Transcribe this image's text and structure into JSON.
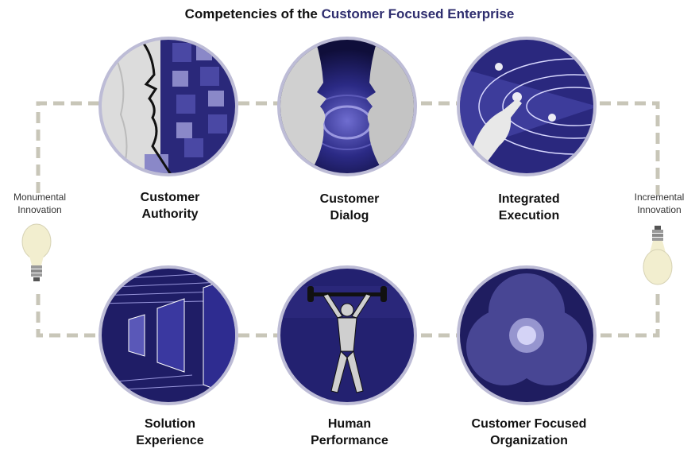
{
  "title": {
    "prefix": "Competencies of the ",
    "highlight": "Customer Focused Enterprise"
  },
  "competencies": [
    {
      "line1": "Customer",
      "line2": "Authority",
      "icon": "puzzle-faces-icon"
    },
    {
      "line1": "Customer",
      "line2": "Dialog",
      "icon": "facing-faces-icon"
    },
    {
      "line1": "Integrated",
      "line2": "Execution",
      "icon": "hand-touch-icon"
    },
    {
      "line1": "Solution",
      "line2": "Experience",
      "icon": "perspective-walls-icon"
    },
    {
      "line1": "Human",
      "line2": "Performance",
      "icon": "weightlifter-icon"
    },
    {
      "line1": "Customer Focused",
      "line2": "Organization",
      "icon": "overlapping-circles-icon"
    }
  ],
  "side": {
    "left": {
      "line1": "Monumental",
      "line2": "Innovation",
      "icon": "lightbulb-icon"
    },
    "right": {
      "line1": "Incremental",
      "line2": "Innovation",
      "icon": "lightbulb-icon"
    }
  },
  "colors": {
    "accent": "#2e2d6e",
    "circle_dark": "#1c1a55",
    "circle_mid": "#3c3a8c",
    "circle_light": "#8a88c8",
    "dash": "#c8c6b8"
  }
}
